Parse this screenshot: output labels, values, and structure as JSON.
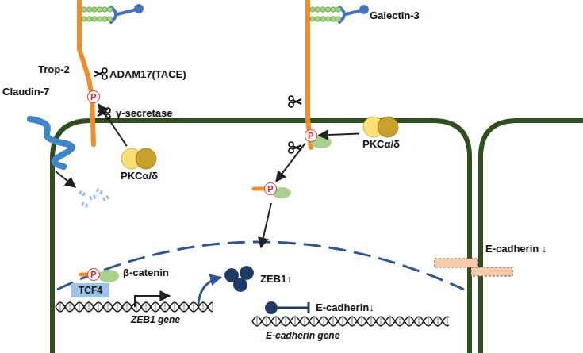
{
  "diagram": {
    "nodes": [
      {
        "text": [
          "P"
        ]
      },
      {
        "text": [
          "PKCα/δ"
        ]
      },
      {
        "text": [
          "P"
        ]
      },
      {
        "text": [
          "PKCα/δ"
        ]
      },
      {
        "text": [
          "P"
        ]
      },
      {
        "text": [
          "P"
        ]
      },
      {
        "text": [
          "TCF4"
        ]
      },
      {
        "text": [
          "ZEB1↑"
        ]
      }
    ],
    "edges": [
      {
        "from": 1,
        "to": 0,
        "arrow": "to"
      },
      {
        "from": 3,
        "to": 2,
        "arrow": "to"
      },
      {
        "from": 2,
        "to": 4,
        "arrow": "to"
      }
    ],
    "labels": [
      "Trop-2",
      "Galectin-3",
      "ADAM17(TACE)",
      "γ-secretase",
      "Claudin-7",
      "β-catenin",
      "ZEB1 gene",
      "E-cadherin↓",
      "E-cadherin gene",
      "E-cadherin ↓"
    ]
  }
}
